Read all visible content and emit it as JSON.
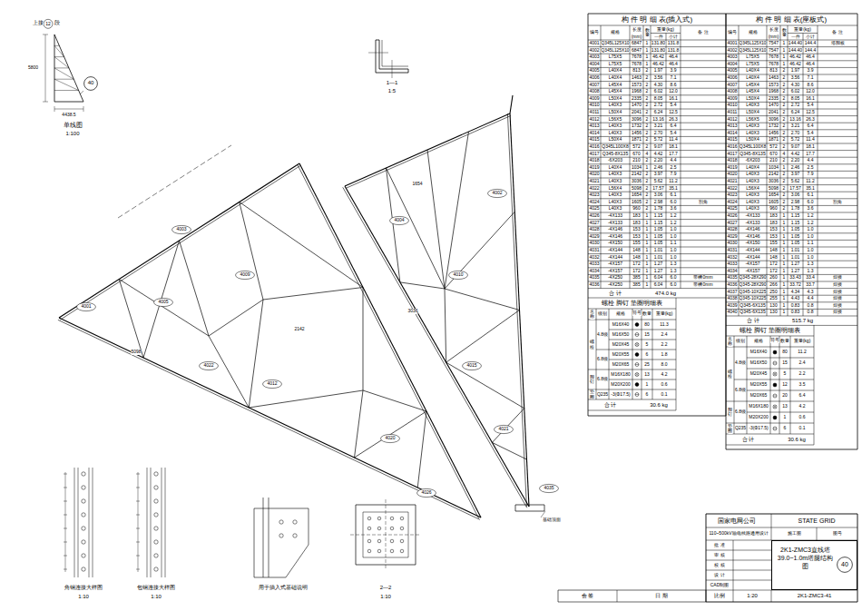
{
  "diagram": {
    "nodes": [
      {
        "text": [
          "40"
        ]
      },
      {
        "text": [
          "2K1-ZMC3直线塔 39.0~1.0m塔腿结构图"
        ]
      },
      {
        "text": [
          "40"
        ],
        "in": 1
      }
    ],
    "labels": [
      "上接",
      "12",
      "段",
      "5800",
      "4438.5",
      "单线图",
      "1:100",
      "1—1",
      "1:5",
      "4001",
      "4003",
      "4005",
      "4009",
      "4012",
      "4020",
      "4022",
      "4026",
      "4002",
      "4004",
      "4010",
      "4015",
      "4021",
      "4035",
      "2142",
      "3036",
      "5098",
      "1654",
      "角钢连接大样图",
      "1:10",
      "包钢连接大样图",
      "1:10",
      "用于插入式基础说明",
      "2—2",
      "1:10",
      "基础顶面",
      "构 件 明 细 表(插入式)",
      "编号",
      "规格",
      "长度",
      "(mm)",
      "数量",
      "重量(kg)",
      "一件",
      "小计",
      "备 注",
      "构 件 明 细 表(座板式)",
      "编号",
      "规格",
      "长度",
      "(mm)",
      "数量",
      "重量(kg)",
      "一件",
      "小计",
      "备 注",
      "割角",
      "带槽0mm",
      "带槽0mm",
      "塔脚板",
      "割角",
      "焊接",
      "焊接",
      "焊接",
      "焊接",
      "焊接",
      "焊接",
      "合 计",
      "474.0 kg",
      "合 计",
      "515.7 kg",
      "螺栓 脚钉 垫圈明细表",
      "名称",
      "级别",
      "规格",
      "符号",
      "数量",
      "重量(kg)",
      "螺栓",
      "脚钉",
      "垫圈",
      "4.8级",
      "6.8级",
      "6.8级",
      "Q235",
      "合 计",
      "30.6 kg",
      "螺栓 脚钉 垫圈明细表",
      "名称",
      "级别",
      "规格",
      "符号",
      "数量",
      "重量(kg)",
      "螺栓",
      "脚钉",
      "垫圈",
      "4.8级",
      "6.8级",
      "6.8级",
      "Q235",
      "合 计",
      "30.6 kg",
      "国家电网公司",
      "STATE GRID",
      "110~500kV输电线路通用设计",
      "施工图",
      "图号",
      "批 准",
      "审 核",
      "校 核",
      "设 计",
      "CAD制图",
      "比例",
      "1:20",
      "2K1-ZMC3-41",
      "会 签",
      "日 期",
      "4001",
      "Q345L125X10",
      "6847",
      "1",
      "131.80",
      "131.8",
      "4002",
      "Q345L125X10",
      "6847",
      "1",
      "131.80",
      "131.8",
      "4003",
      "L75X5",
      "7678",
      "1",
      "46.42",
      "46.4",
      "4004",
      "L75X5",
      "7678",
      "1",
      "46.42",
      "46.4",
      "4005",
      "L40X4",
      "813",
      "2",
      "1.97",
      "3.9",
      "4006",
      "L40X4",
      "1463",
      "2",
      "3.56",
      "7.1",
      "4007",
      "L45X4",
      "1573",
      "2",
      "4.30",
      "8.6",
      "4008",
      "L45X4",
      "1968",
      "2",
      "6.02",
      "12.0",
      "4009",
      "L50X4",
      "2335",
      "2",
      "8.05",
      "16.1",
      "4010",
      "L40X3",
      "1470",
      "2",
      "2.72",
      "5.4",
      "4011",
      "L50X4",
      "2041",
      "2",
      "6.24",
      "12.5",
      "4012",
      "L56X5",
      "3096",
      "2",
      "13.16",
      "26.3",
      "4013",
      "L40X3",
      "1732",
      "2",
      "3.21",
      "6.4",
      "4014",
      "L40X3",
      "1456",
      "2",
      "2.70",
      "5.4",
      "4015",
      "L50X4",
      "1871",
      "2",
      "5.72",
      "11.4",
      "4016",
      "Q345L100X8",
      "572",
      "2",
      "9.07",
      "18.1",
      "4017",
      "Q345-8X135",
      "670",
      "4",
      "4.42",
      "17.7",
      "4018",
      "-6X203",
      "210",
      "2",
      "2.20",
      "4.4",
      "4019",
      "L40X4",
      "1034",
      "1",
      "2.46",
      "2.5",
      "4020",
      "L40X3",
      "2142",
      "2",
      "3.97",
      "7.9",
      "4021",
      "L40X3",
      "3036",
      "2",
      "5.62",
      "11.2",
      "4022",
      "L56X4",
      "5098",
      "2",
      "17.57",
      "35.1",
      "4023",
      "L40X3",
      "1654",
      "2",
      "3.06",
      "6.1",
      "4024",
      "L40X3",
      "1605",
      "2",
      "2.98",
      "6.0",
      "4025",
      "L40X3",
      "960",
      "2",
      "1.78",
      "3.6",
      "4026",
      "-4X133",
      "183",
      "1",
      "1.15",
      "1.2",
      "4027",
      "-4X133",
      "183",
      "1",
      "1.15",
      "1.2",
      "4028",
      "-4X146",
      "153",
      "1",
      "1.05",
      "1.0",
      "4029",
      "-4X146",
      "153",
      "1",
      "1.05",
      "1.0",
      "4030",
      "-4X150",
      "155",
      "1",
      "1.05",
      "1.1",
      "4031",
      "-4X144",
      "148",
      "1",
      "1.01",
      "1.0",
      "4032",
      "-4X144",
      "148",
      "1",
      "1.01",
      "1.0",
      "4033",
      "-4X157",
      "172",
      "1",
      "1.27",
      "1.3",
      "4034",
      "-4X157",
      "172",
      "1",
      "1.27",
      "1.3",
      "4035",
      "-4X250",
      "385",
      "1",
      "6.04",
      "6.0",
      "4036",
      "-4X250",
      "385",
      "1",
      "6.04",
      "6.0",
      "4001",
      "Q345L125X10",
      "7547",
      "1",
      "144.40",
      "144.4",
      "4002",
      "Q345L125X10",
      "7547",
      "1",
      "144.40",
      "144.4",
      "4003",
      "L75X5",
      "7678",
      "1",
      "46.42",
      "46.4",
      "4004",
      "L75X5",
      "7678",
      "1",
      "46.42",
      "46.4",
      "4005",
      "L40X4",
      "813",
      "2",
      "1.97",
      "3.9",
      "4006",
      "L40X4",
      "1463",
      "2",
      "3.56",
      "7.1",
      "4007",
      "L45X4",
      "1573",
      "2",
      "4.30",
      "8.6",
      "4008",
      "L45X4",
      "1968",
      "2",
      "6.02",
      "12.0",
      "4009",
      "L50X4",
      "2335",
      "2",
      "8.05",
      "16.1",
      "4010",
      "L40X3",
      "1470",
      "2",
      "2.72",
      "5.4",
      "4011",
      "L50X4",
      "2041",
      "2",
      "6.24",
      "12.5",
      "4012",
      "L56X5",
      "3096",
      "2",
      "13.16",
      "26.3",
      "4013",
      "L40X3",
      "1732",
      "2",
      "3.21",
      "6.4",
      "4014",
      "L40X3",
      "1456",
      "2",
      "2.70",
      "5.4",
      "4015",
      "L50X4",
      "1871",
      "2",
      "5.72",
      "11.4",
      "4016",
      "Q345L100X8",
      "572",
      "2",
      "9.07",
      "18.1",
      "4017",
      "Q345-8X135",
      "670",
      "4",
      "4.42",
      "17.7",
      "4018",
      "-6X203",
      "210",
      "2",
      "2.20",
      "4.4",
      "4019",
      "L40X4",
      "1034",
      "1",
      "2.46",
      "2.5",
      "4020",
      "L40X3",
      "2142",
      "2",
      "3.97",
      "7.9",
      "4021",
      "L40X3",
      "3036",
      "2",
      "5.62",
      "11.2",
      "4022",
      "L56X4",
      "5098",
      "2",
      "17.57",
      "35.1",
      "4023",
      "L40X3",
      "1654",
      "2",
      "3.06",
      "6.1",
      "4024",
      "L40X3",
      "1605",
      "2",
      "2.98",
      "6.0",
      "4025",
      "L40X3",
      "960",
      "2",
      "1.78",
      "3.6",
      "4026",
      "-4X133",
      "183",
      "1",
      "1.15",
      "1.2",
      "4027",
      "-4X133",
      "183",
      "1",
      "1.15",
      "1.2",
      "4028",
      "-4X146",
      "153",
      "1",
      "1.05",
      "1.0",
      "4029",
      "-4X146",
      "153",
      "1",
      "1.05",
      "1.0",
      "4030",
      "-4X150",
      "155",
      "1",
      "1.05",
      "1.1",
      "4031",
      "-4X144",
      "148",
      "1",
      "1.01",
      "1.0",
      "4032",
      "-4X144",
      "148",
      "1",
      "1.01",
      "1.0",
      "4033",
      "-4X157",
      "172",
      "1",
      "1.27",
      "1.3",
      "4034",
      "-4X157",
      "172",
      "1",
      "1.27",
      "1.3",
      "4035",
      "Q345-28X290",
      "260",
      "1",
      "33.43",
      "33.4",
      "4036",
      "Q345-28X290",
      "266",
      "1",
      "33.72",
      "33.7",
      "4037",
      "Q345-10X225",
      "250",
      "1",
      "4.34",
      "4.3",
      "4038",
      "Q345-10X225",
      "255",
      "1",
      "4.43",
      "4.4",
      "4039",
      "Q345-6X135",
      "130",
      "1",
      "0.83",
      "0.8",
      "4040",
      "Q345-6X135",
      "130",
      "1",
      "0.83",
      "0.8",
      "M16X40",
      "80",
      "11.3",
      "M16X50",
      "15",
      "2.4",
      "M20X45",
      "5",
      "2.2",
      "M20X55",
      "6",
      "1.8",
      "M20X65",
      "25",
      "8.0",
      "M16X180",
      "13",
      "4.2",
      "M20X200",
      "1",
      "0.6",
      "-3(Φ17.5)",
      "6",
      "0.1",
      "M16X40",
      "80",
      "11.2",
      "M16X50",
      "15",
      "2.4",
      "M20X45",
      "5",
      "2.2",
      "M20X55",
      "12",
      "3.5",
      "M20X65",
      "20",
      "6.4",
      "M16X180",
      "13",
      "4.2",
      "M20X200",
      "1",
      "0.6",
      "-3(Φ17.5)",
      "6",
      "0.1"
    ]
  }
}
